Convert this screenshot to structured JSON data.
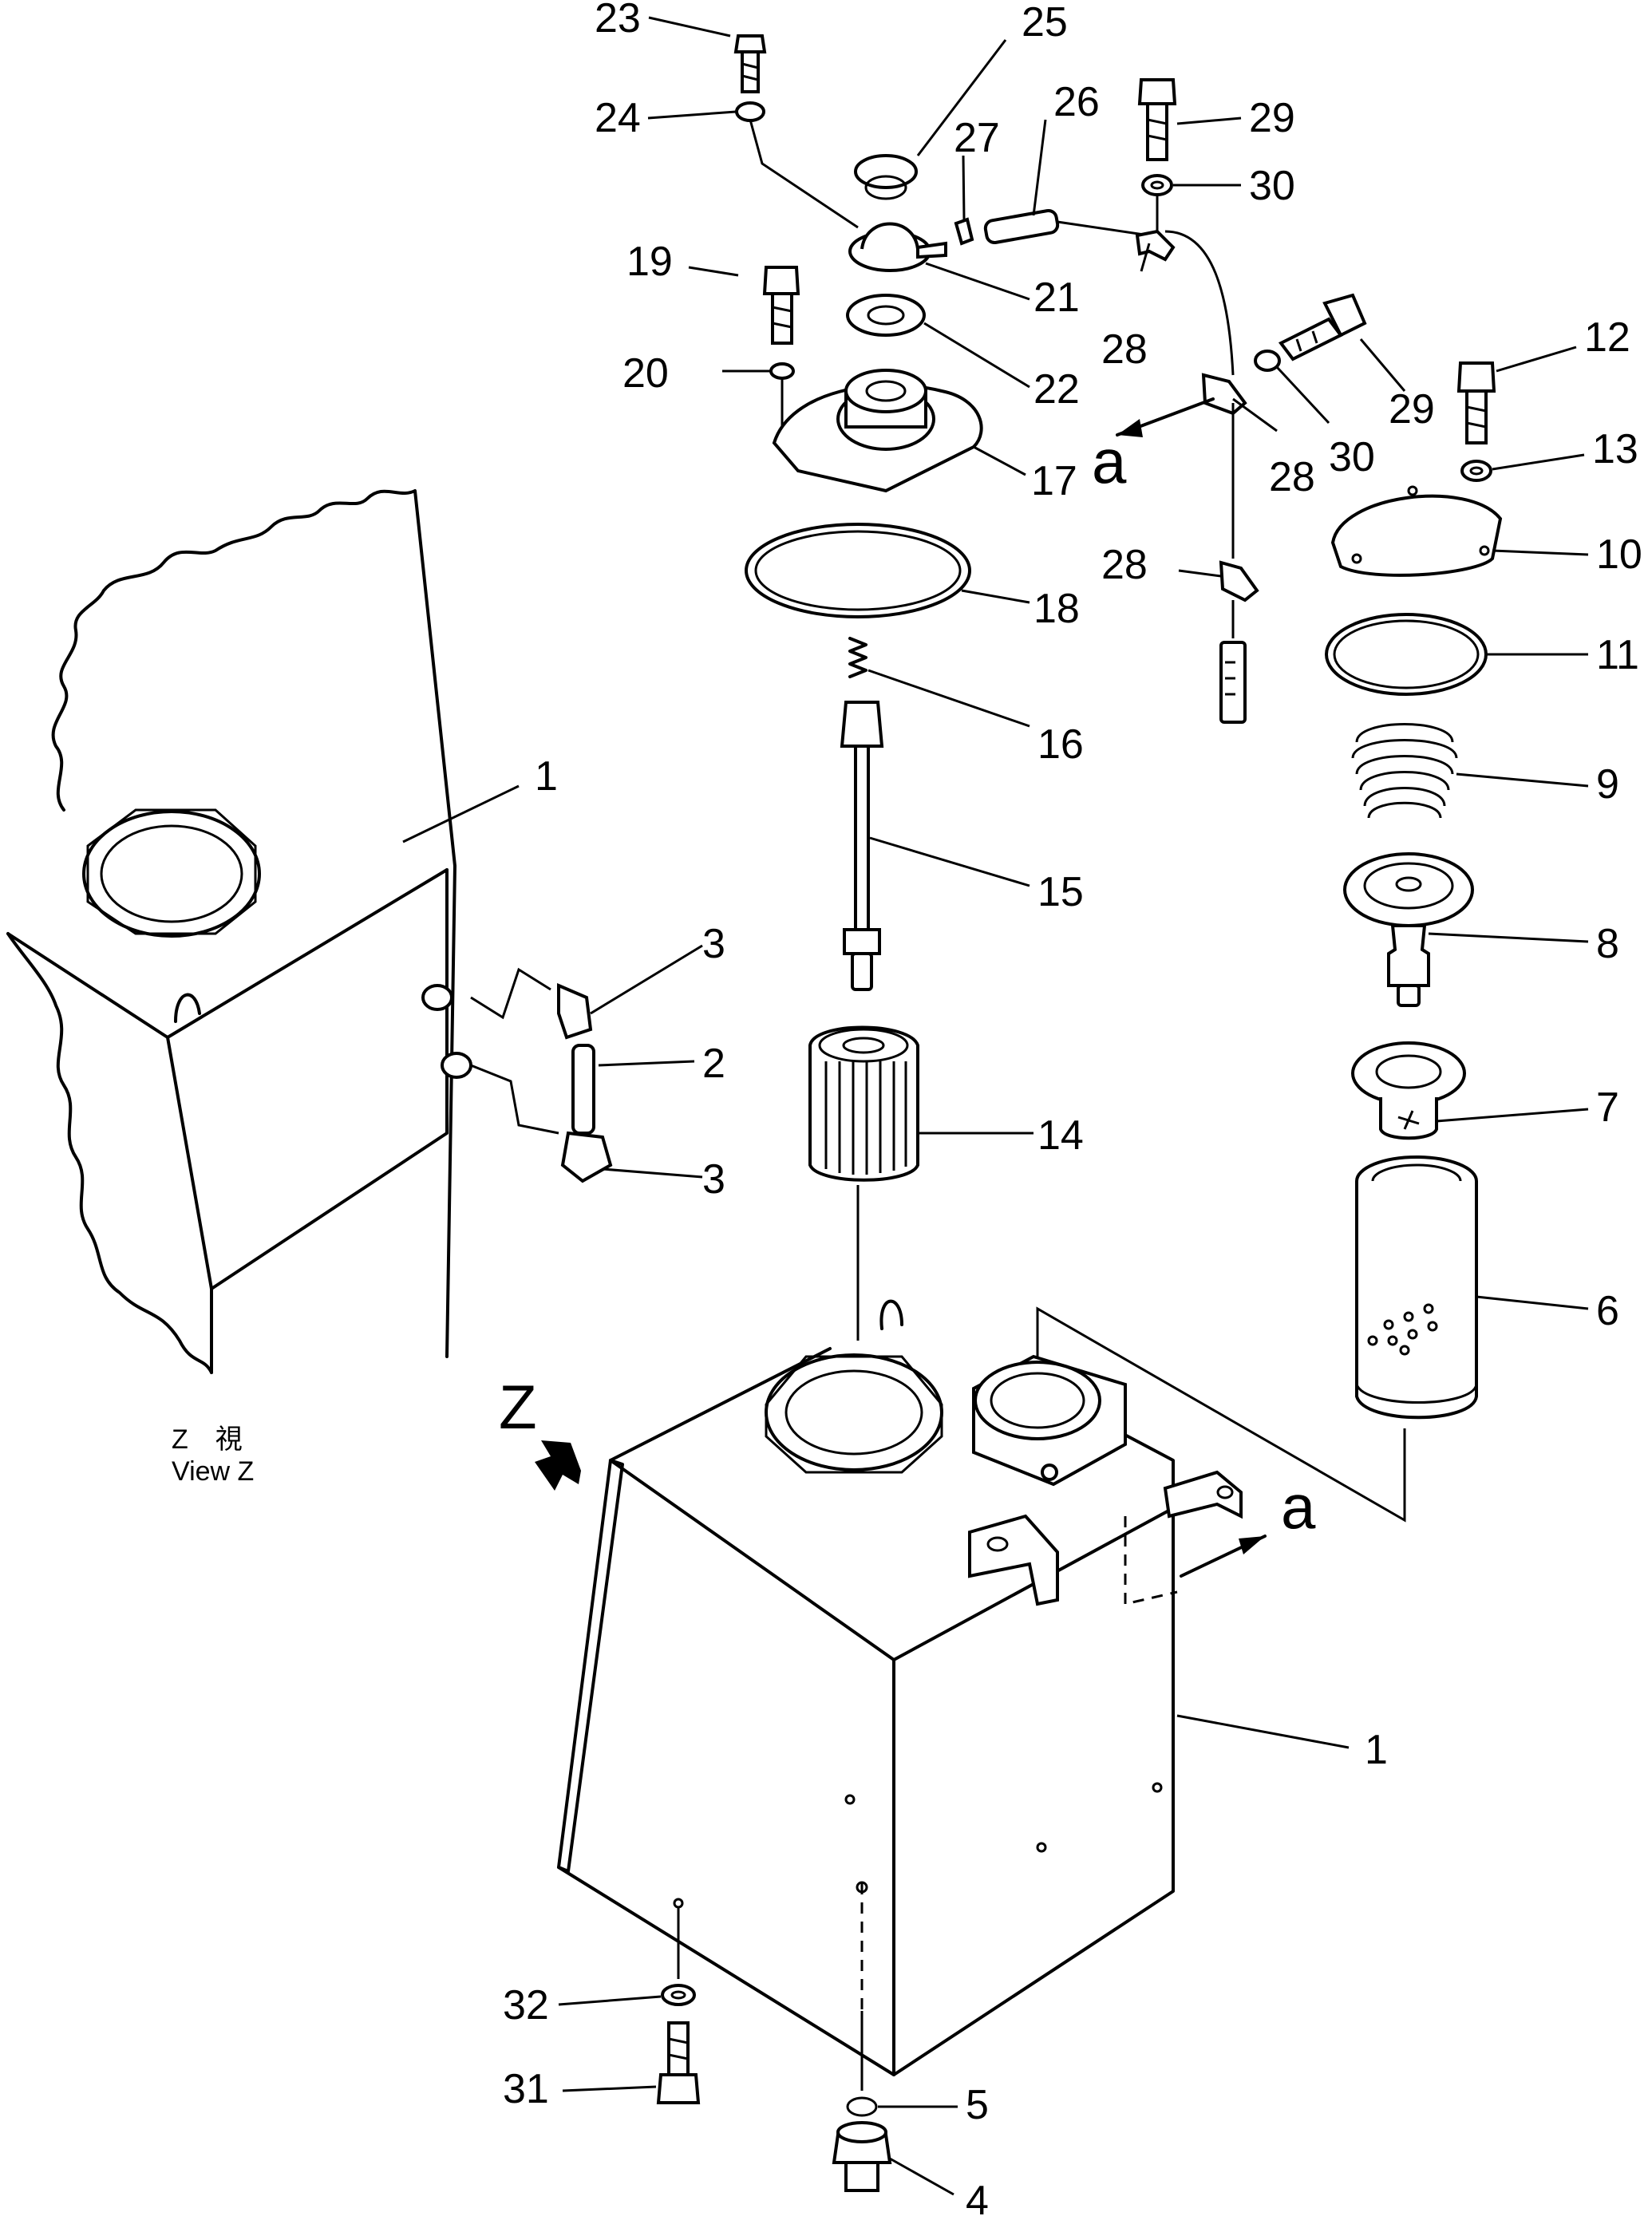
{
  "labels": {
    "c1_side": "1",
    "c1_main": "1",
    "c2": "2",
    "c3_top": "3",
    "c3_bottom": "3",
    "c4": "4",
    "c5": "5",
    "c6": "6",
    "c7": "7",
    "c8": "8",
    "c9": "9",
    "c10": "10",
    "c11": "11",
    "c12": "12",
    "c13": "13",
    "c14": "14",
    "c15": "15",
    "c16": "16",
    "c17": "17",
    "c18": "18",
    "c19": "19",
    "c20": "20",
    "c21": "21",
    "c22": "22",
    "c23": "23",
    "c24": "24",
    "c25": "25",
    "c26": "26",
    "c27": "27",
    "c28_top": "28",
    "c28_mid": "28",
    "c28_low": "28",
    "c29_top": "29",
    "c29_mid": "29",
    "c30_top": "30",
    "c30_mid": "30",
    "c31": "31",
    "c32": "32"
  },
  "markers": {
    "z_letter": "Z",
    "a_upper": "a",
    "a_lower": "a"
  },
  "view": {
    "kanji_line": "Z　視",
    "english_line": "View Z"
  }
}
